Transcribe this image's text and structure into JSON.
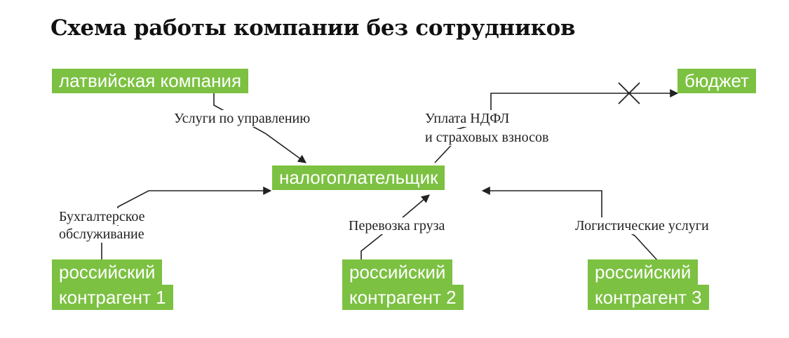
{
  "title": "Схема работы компании без сотрудников",
  "nodes": {
    "latvian": "латвийская компания",
    "budget": "бюджет",
    "taxpayer": "налогоплательщик",
    "counterparty1": [
      "российский",
      "контрагент 1"
    ],
    "counterparty2": [
      "российский",
      "контрагент 2"
    ],
    "counterparty3": [
      "российский",
      "контрагент 3"
    ]
  },
  "edges": {
    "management": "Услуги по управлению",
    "ndfl": [
      "Уплата НДФЛ",
      "и страховых взносов"
    ],
    "accounting": [
      "Бухгалтерское",
      "обслуживание"
    ],
    "cargo": "Перевозка груза",
    "logistics": "Логистические услуги"
  },
  "colors": {
    "node_fill": "#7cc142",
    "node_text": "#ffffff",
    "line": "#222222"
  }
}
